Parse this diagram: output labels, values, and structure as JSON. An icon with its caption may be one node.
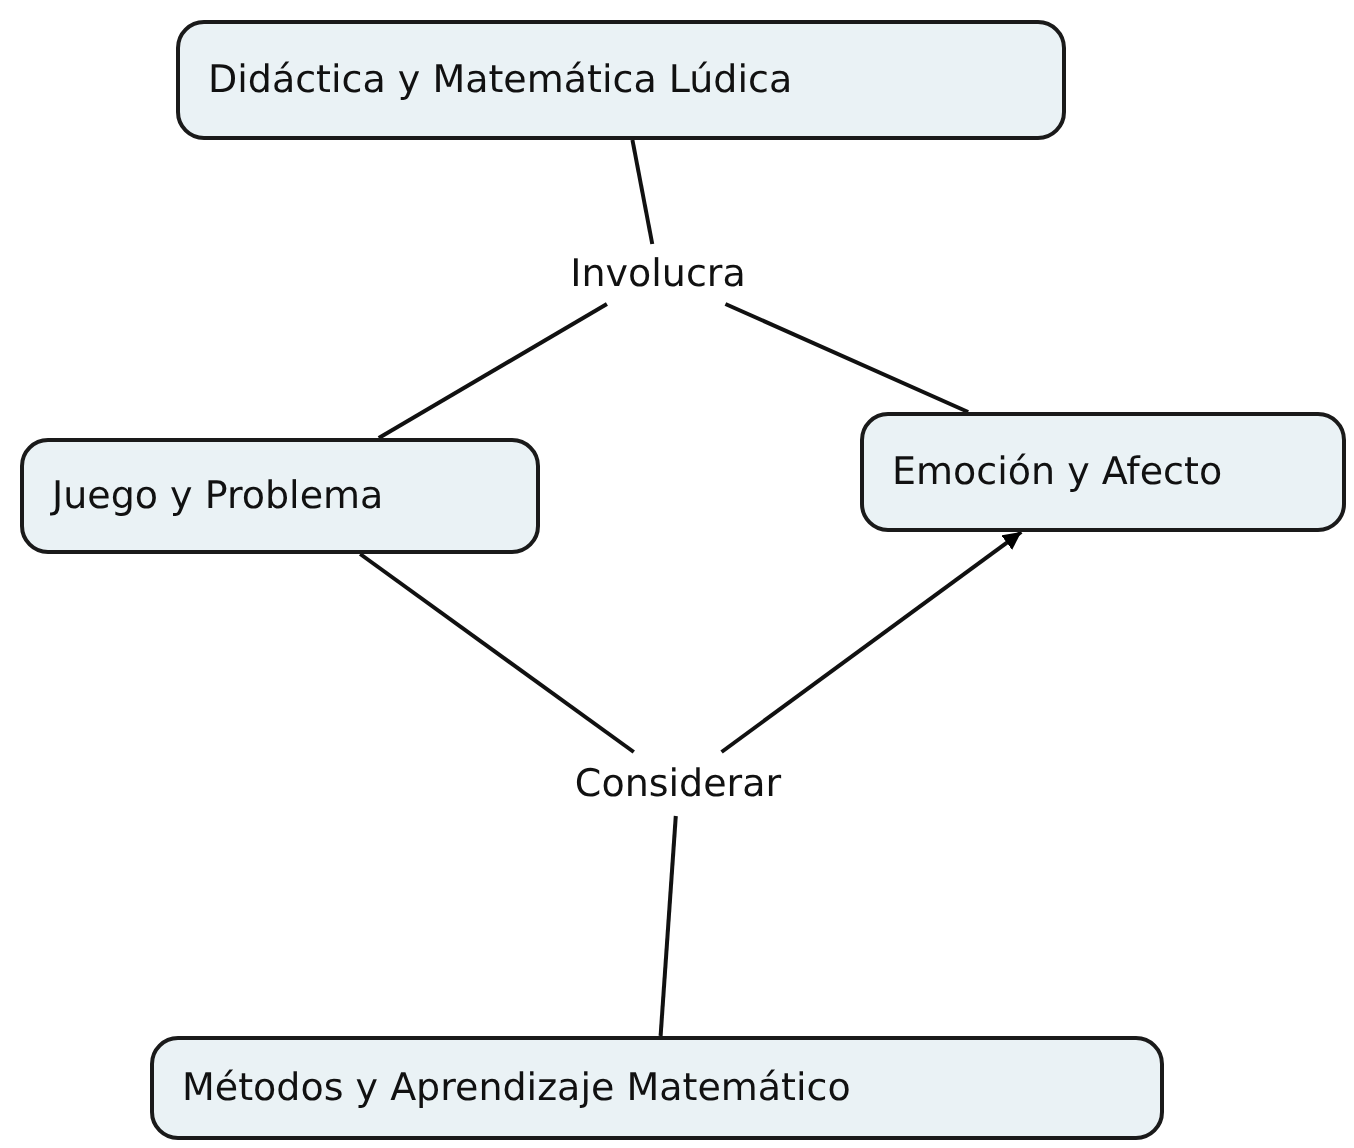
{
  "diagram": {
    "nodes": [
      {
        "text": [
          "Didáctica y Matemática Lúdica"
        ]
      },
      {
        "text": [
          "Involucra"
        ]
      },
      {
        "text": [
          "Juego y Problema"
        ]
      },
      {
        "text": [
          "Emoción y Afecto"
        ]
      },
      {
        "text": [
          "Considerar"
        ]
      },
      {
        "text": [
          "Métodos y Aprendizaje Matemático"
        ]
      }
    ],
    "edges": [
      {
        "from": 0,
        "to": 1,
        "arrow": "none"
      },
      {
        "from": 1,
        "to": 2,
        "arrow": "none"
      },
      {
        "from": 1,
        "to": 3,
        "arrow": "none"
      },
      {
        "from": 2,
        "to": 4,
        "arrow": "none"
      },
      {
        "from": 4,
        "to": 3,
        "arrow": "to"
      },
      {
        "from": 5,
        "to": 4,
        "arrow": "none"
      }
    ]
  }
}
